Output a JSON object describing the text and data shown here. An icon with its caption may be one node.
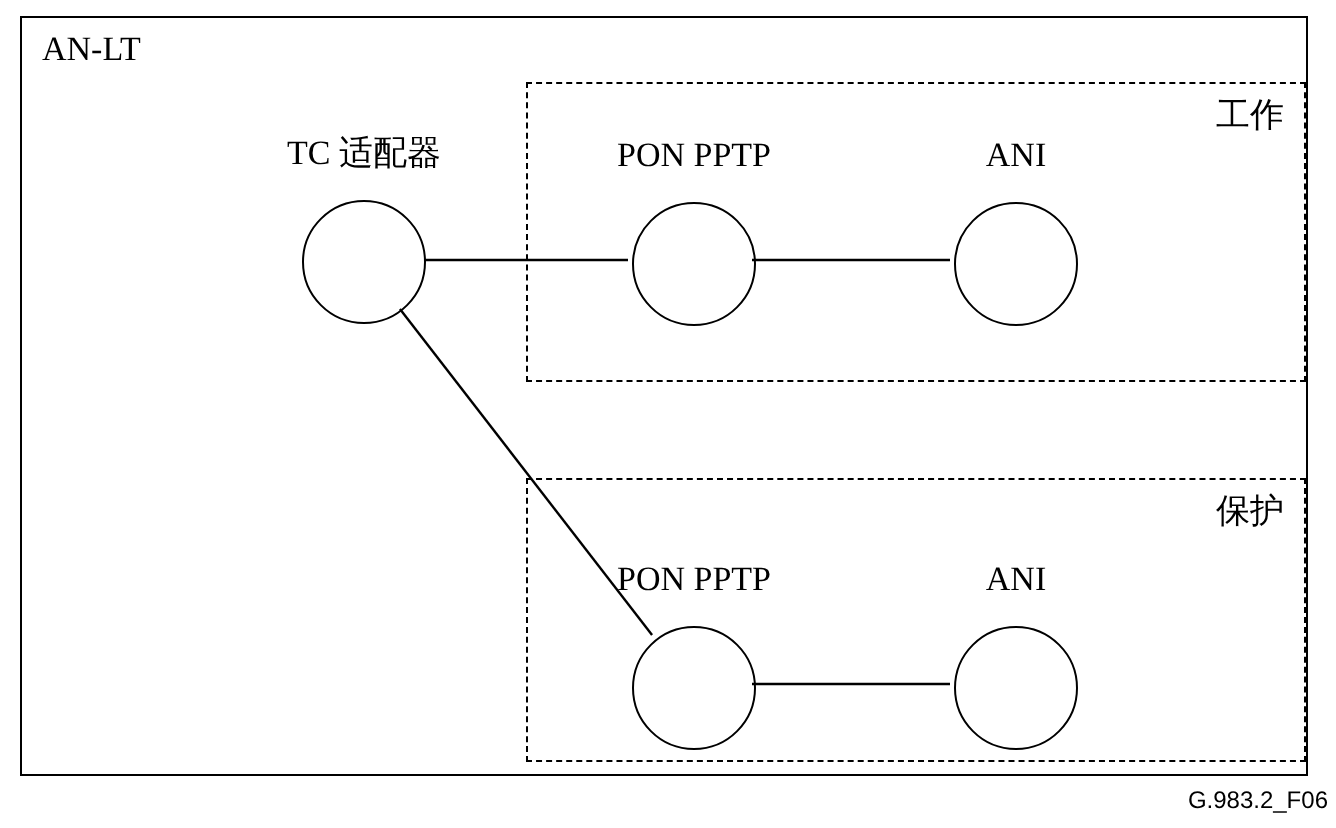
{
  "diagram": {
    "nodes": [
      {
        "text": [
          "AN-LT"
        ]
      },
      {
        "text": [
          "工作"
        ],
        "in": 0
      },
      {
        "text": [
          "保护"
        ],
        "in": 0
      },
      {
        "text": [
          "TC 适配器"
        ],
        "in": 0
      },
      {
        "text": [
          "PON PPTP"
        ],
        "in": 1
      },
      {
        "text": [
          "ANI"
        ],
        "in": 1
      },
      {
        "text": [
          "PON PPTP"
        ],
        "in": 2
      },
      {
        "text": [
          "ANI"
        ],
        "in": 2
      }
    ],
    "edges": [
      {
        "from": 3,
        "to": 4,
        "arrow": "none"
      },
      {
        "from": 4,
        "to": 5,
        "arrow": "none"
      },
      {
        "from": 3,
        "to": 6,
        "arrow": "none"
      },
      {
        "from": 6,
        "to": 7,
        "arrow": "none"
      }
    ],
    "labels": [
      "G.983.2_F06"
    ]
  }
}
